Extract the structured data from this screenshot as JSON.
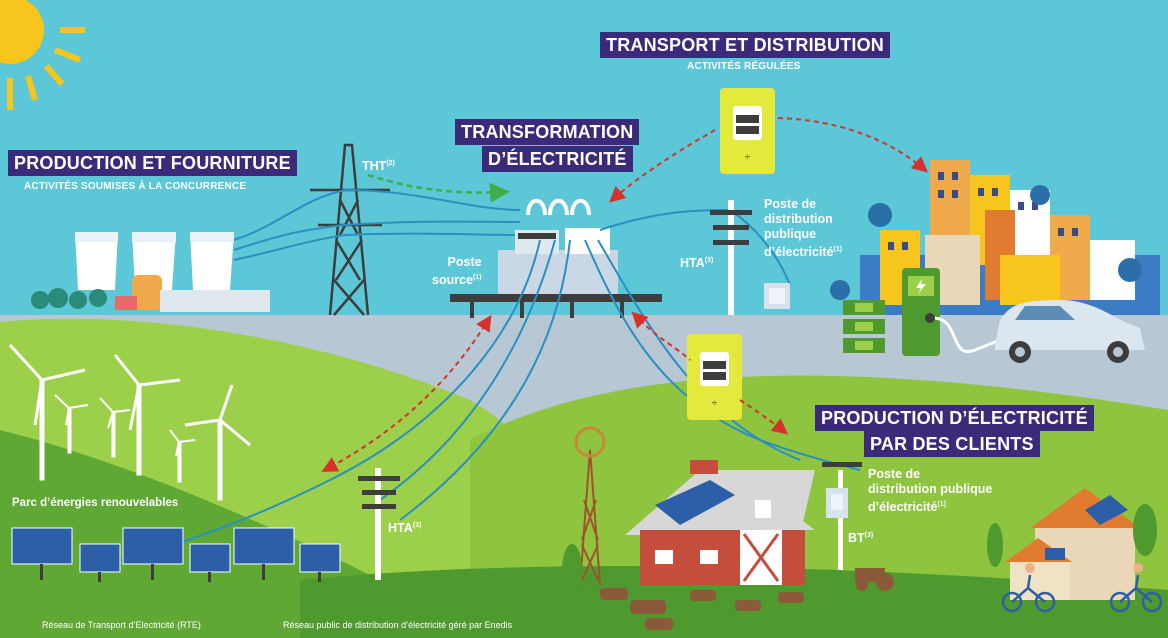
{
  "sections": {
    "transport": {
      "title": "TRANSPORT ET DISTRIBUTION",
      "subtitle": "ACTIVITÉS RÉGULÉES"
    },
    "transformation": {
      "title_line1": "TRANSFORMATION",
      "title_line2": "D’ÉLECTRICITÉ"
    },
    "production": {
      "title": "PRODUCTION ET FOURNITURE",
      "subtitle": "ACTIVITÉS SOUMISES À LA CONCURRENCE"
    },
    "clients": {
      "title_line1": "PRODUCTION D’ÉLECTRICITÉ",
      "title_line2": "PAR DES CLIENTS"
    }
  },
  "labels": {
    "tht": "THT",
    "tht_note": "(2)",
    "poste_source_1": "Poste",
    "poste_source_2": "source",
    "poste_source_note": "(1)",
    "hta_top": "HTA",
    "hta_top_note": "(3)",
    "poste_dist_top_1": "Poste de",
    "poste_dist_top_2": "distribution",
    "poste_dist_top_3": "publique",
    "poste_dist_top_4": "d’électricité",
    "poste_dist_top_note": "(1)",
    "parc": "Parc d’énergies renouvelables",
    "hta_bottom": "HTA",
    "hta_bottom_note": "(3)",
    "poste_dist_bottom_1": "Poste de",
    "poste_dist_bottom_2": "distribution publique",
    "poste_dist_bottom_3": "d’électricité",
    "poste_dist_bottom_note": "(1)",
    "bt": "BT",
    "bt_note": "(3)"
  },
  "footer": {
    "rte": "Réseau de Transport d’Electricité (RTE)",
    "enedis": "Réseau public de distribution d’électricité géré par Enedis"
  },
  "colors": {
    "sky": "#5cc7d6",
    "title_bg": "#3b2a7a",
    "road": "#b7c7d3",
    "grass_light": "#9ccf4a",
    "grass_dark": "#4f9a2f",
    "meter": "#e3ea3c",
    "arrow_red": "#d7312b",
    "arrow_green": "#3fae49",
    "cable": "#2a8fc1"
  },
  "icons": [
    "sun-icon",
    "power-plant-icon",
    "pylon-icon",
    "substation-icon",
    "meter-icon",
    "city-icon",
    "battery-icon",
    "charger-icon",
    "car-icon",
    "wind-turbine-icon",
    "solar-panel-icon",
    "barn-icon",
    "windmill-icon",
    "house-icon",
    "cyclist-icon",
    "cow-icon",
    "tractor-icon"
  ]
}
